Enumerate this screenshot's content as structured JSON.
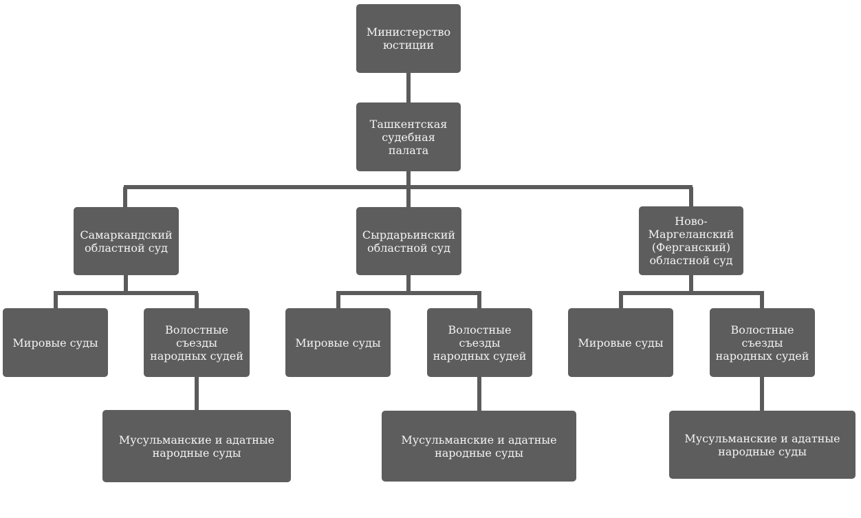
{
  "diagram": {
    "ministry": "Министерство\nюстиции",
    "chamber": "Ташкентская\nсудебная палата",
    "regions": [
      {
        "court": "Самаркандский\nобластной суд",
        "peace": "Мировые суды",
        "volost": "Волостные\nсъезды\nнародных судей",
        "native": "Мусульманские и адатные\nнародные суды"
      },
      {
        "court": "Сырдарьинский\nобластной суд",
        "peace": "Мировые суды",
        "volost": "Волостные\nсъезды\nнародных судей",
        "native": "Мусульманские и адатные\nнародные суды"
      },
      {
        "court": "Ново-\nМаргеланский\n(Ферганский)\nобластной суд",
        "peace": "Мировые суды",
        "volost": "Волостные\nсъезды\nнародных судей",
        "native": "Мусульманские и адатные\nнародные суды"
      }
    ]
  },
  "colors": {
    "box": "#5d5d5d",
    "connector": "#5b5b5b",
    "text": "#f4f4f4"
  }
}
